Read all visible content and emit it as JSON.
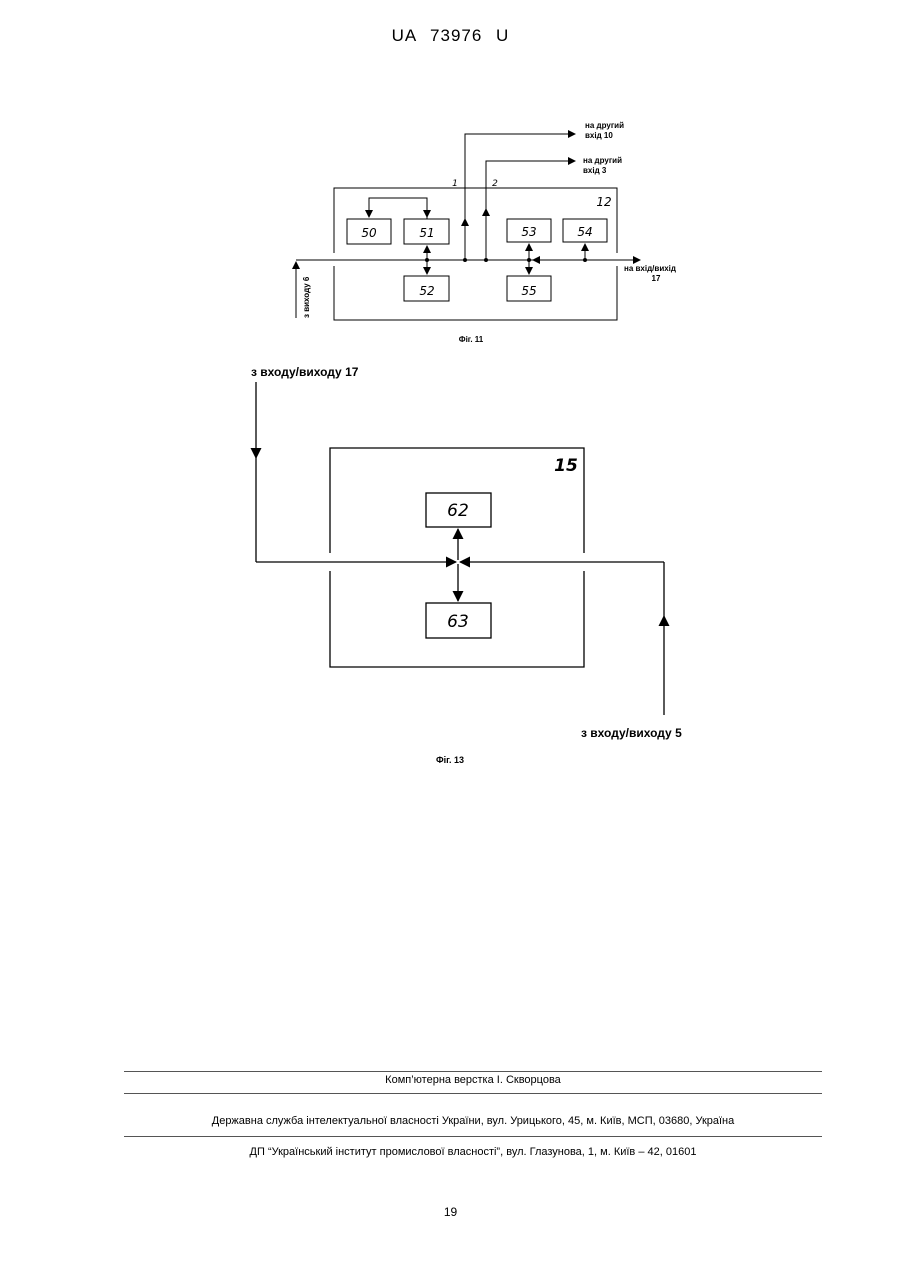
{
  "header": {
    "doc_id": "UA  73976  U"
  },
  "fig11": {
    "caption": "Фіг. 11",
    "block_12": "12",
    "blocks": {
      "b50": "50",
      "b51": "51",
      "b52": "52",
      "b53": "53",
      "b54": "54",
      "b55": "55"
    },
    "line1": "1",
    "line2": "2",
    "out_top_line1": "на другий",
    "out_top_line2": "вхід 10",
    "out_mid_line1": "на другий",
    "out_mid_line2": "вхід 3",
    "out_right_line1": "на вхід/вихід",
    "out_right_line2": "17",
    "in_left": "з виходу 6"
  },
  "fig13": {
    "caption": "Фіг. 13",
    "block_15": "15",
    "block_62": "62",
    "block_63": "63",
    "in_top": "з входу/виходу 17",
    "in_bottom": "з входу/виходу 5"
  },
  "footer": {
    "layout": "Комп’ютерна верстка І. Скворцова",
    "agency": "Державна служба інтелектуальної власності України, вул. Урицького, 45, м. Київ, МСП, 03680, Україна",
    "institute": "ДП “Український інститут промислової власності”, вул. Глазунова, 1, м. Київ – 42, 01601"
  },
  "page_number": "19"
}
